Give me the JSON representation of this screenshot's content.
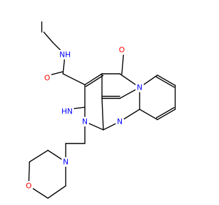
{
  "colors": {
    "background": "#ffffff",
    "bond": "#000000",
    "nitrogen": "#0000ff",
    "oxygen": "#ff0000"
  },
  "atom_labels": {
    "amide_nh": "NH",
    "amide_o": "O",
    "ketone_o": "O",
    "imine": "HN",
    "n_ring_core": "N",
    "n_ring_pyrimidine": "N",
    "n_ring_bridgehead": "N",
    "morpholine_n": "N",
    "morpholine_o": "O"
  }
}
